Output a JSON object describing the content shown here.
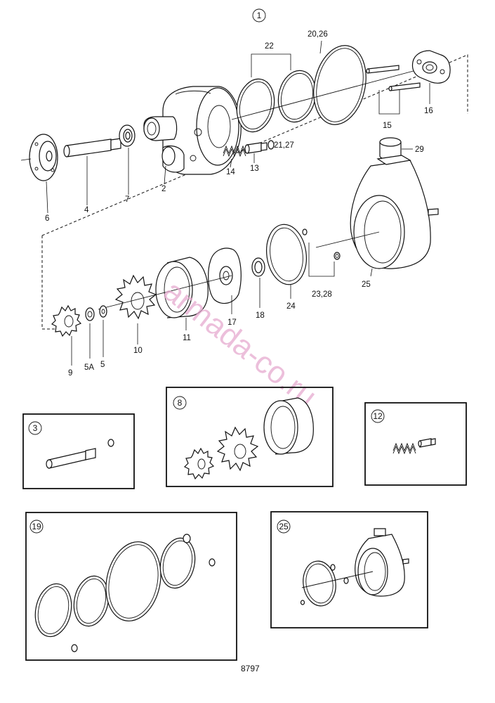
{
  "diagram": {
    "assembly_number": "1",
    "figure_number": "8797",
    "watermark": "armada-co.ru",
    "callouts": {
      "c2": "2",
      "c4": "4",
      "c5": "5",
      "c5a": "5A",
      "c6": "6",
      "c7": "7",
      "c9": "9",
      "c10": "10",
      "c11": "11",
      "c13": "13",
      "c14": "14",
      "c15": "15",
      "c16": "16",
      "c17": "17",
      "c18": "18",
      "c20_26": "20,26",
      "c21_27": "21,27",
      "c22": "22",
      "c23_28": "23,28",
      "c24": "24",
      "c25": "25",
      "c29": "29"
    },
    "kits": {
      "k3": "3",
      "k8": "8",
      "k12": "12",
      "k19": "19",
      "k25": "25"
    }
  }
}
